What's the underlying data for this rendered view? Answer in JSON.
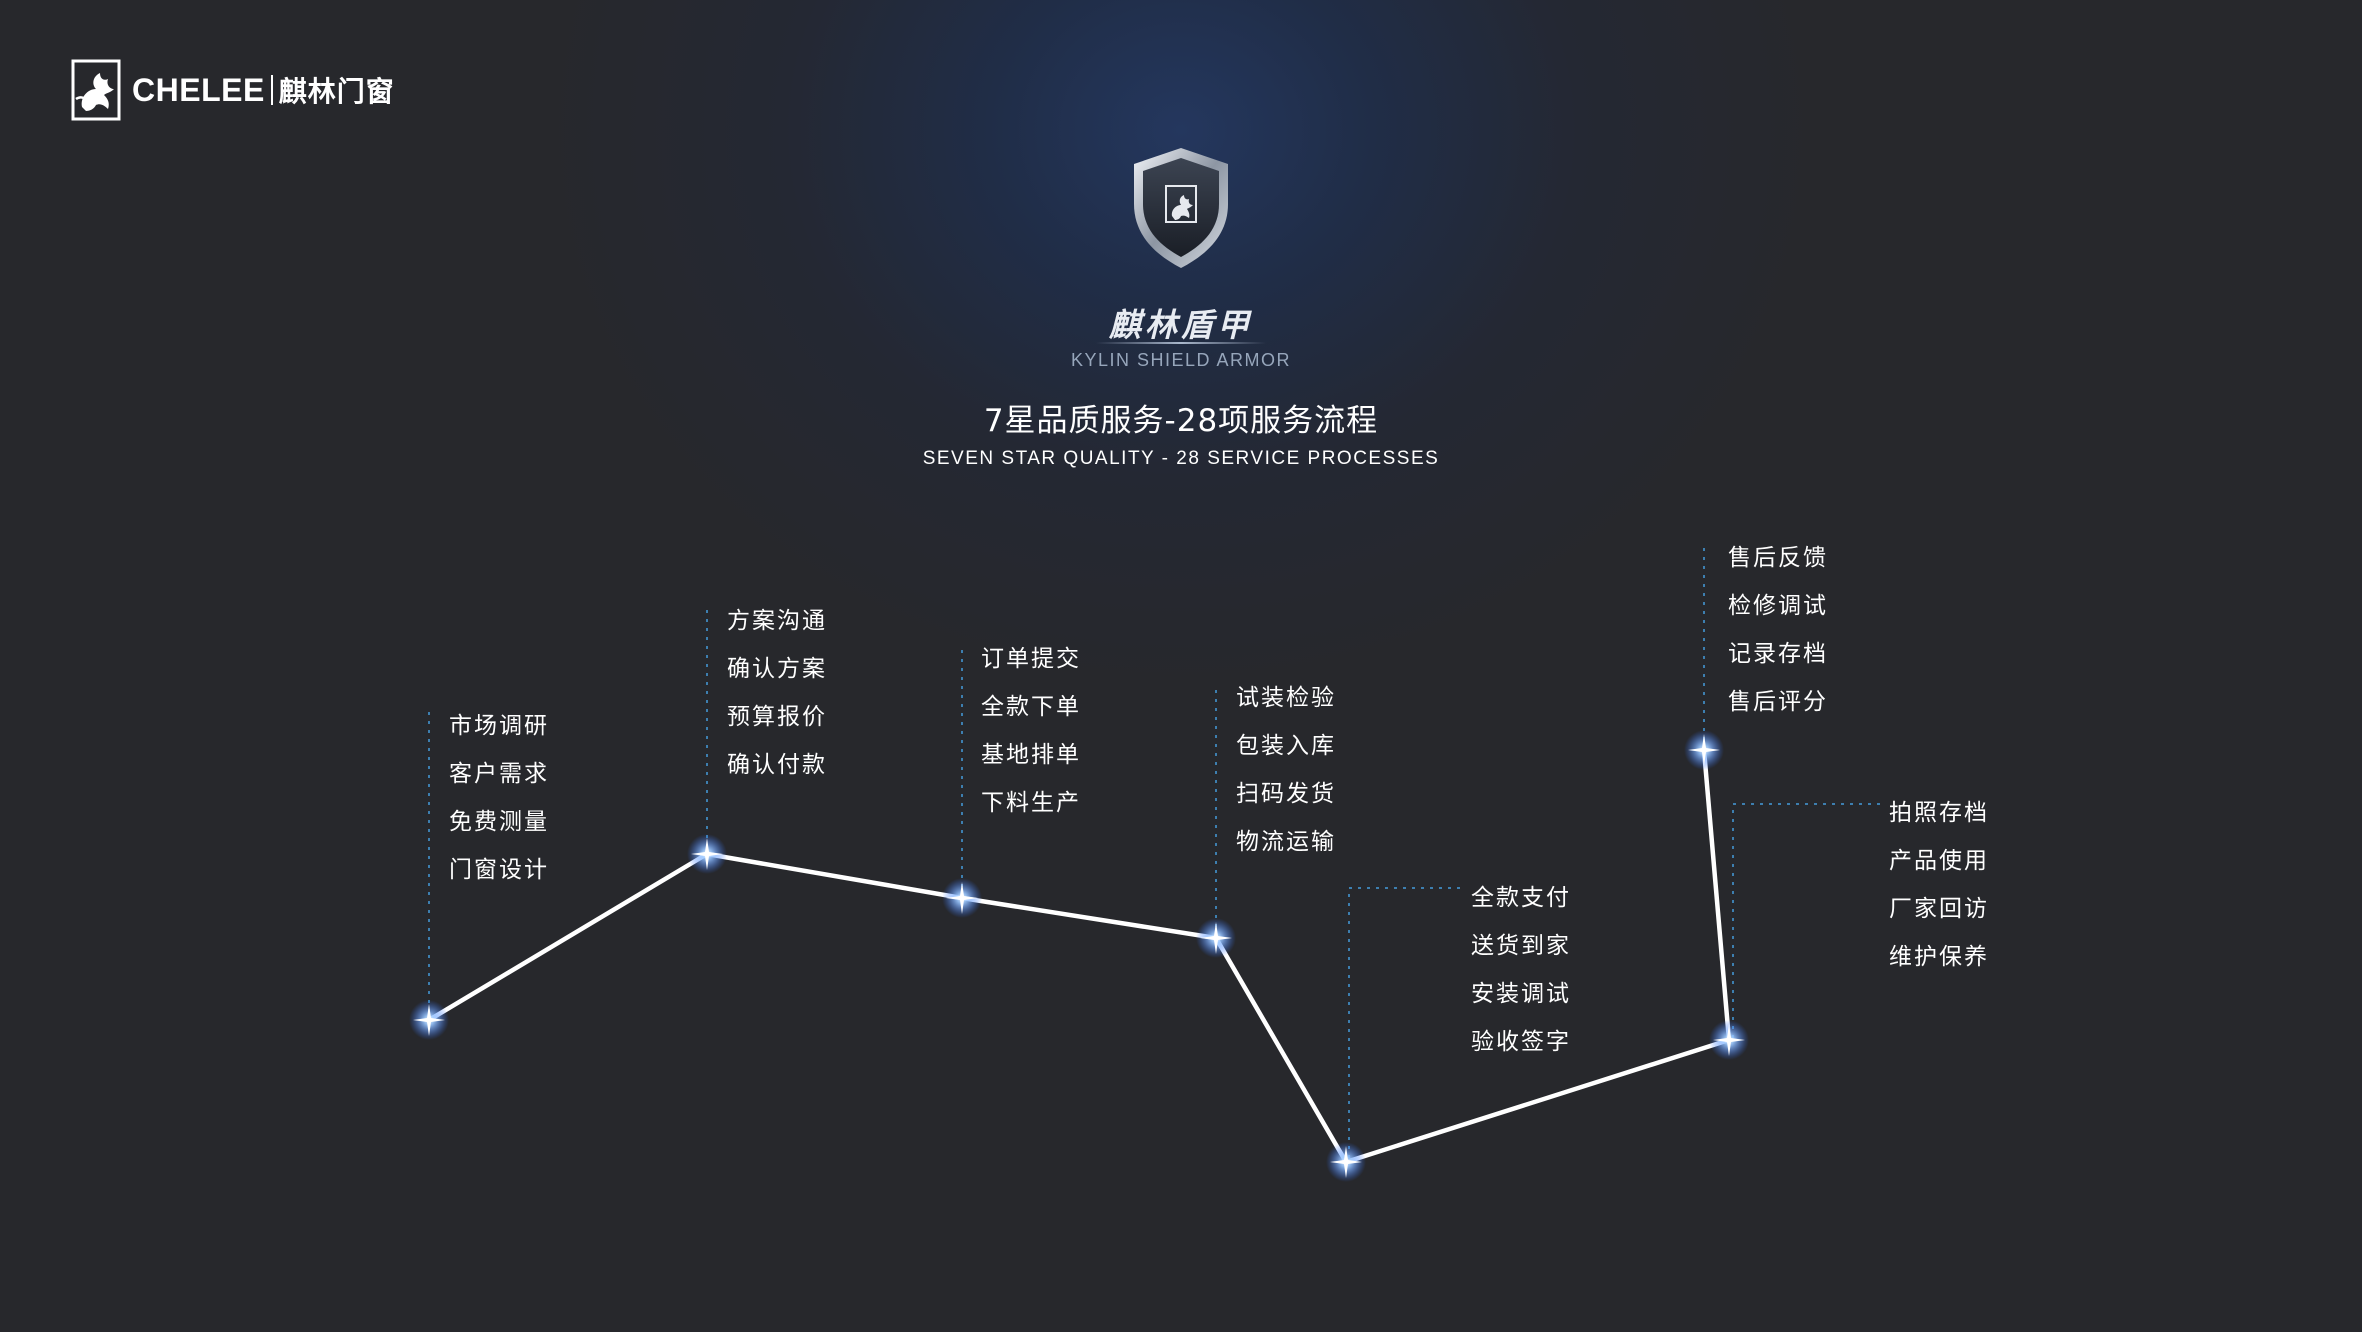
{
  "logo": {
    "brand": "CHELEE",
    "brand_cn": "麒林门窗"
  },
  "header": {
    "brand_cn": "麒林盾甲",
    "brand_en": "KYLIN SHIELD ARMOR",
    "title_cn": "7星品质服务-28项服务流程",
    "title_en": "SEVEN STAR QUALITY - 28 SERVICE PROCESSES"
  },
  "steps": [
    {
      "items": [
        "市场调研",
        "客户需求",
        "免费测量",
        "门窗设计"
      ]
    },
    {
      "items": [
        "方案沟通",
        "确认方案",
        "预算报价",
        "确认付款"
      ]
    },
    {
      "items": [
        "订单提交",
        "全款下单",
        "基地排单",
        "下料生产"
      ]
    },
    {
      "items": [
        "试装检验",
        "包装入库",
        "扫码发货",
        "物流运输"
      ]
    },
    {
      "items": [
        "全款支付",
        "送货到家",
        "安装调试",
        "验收签字"
      ]
    },
    {
      "items": [
        "拍照存档",
        "产品使用",
        "厂家回访",
        "维护保养"
      ]
    },
    {
      "items": [
        "售后反馈",
        "检修调试",
        "记录存档",
        "售后评分"
      ]
    }
  ],
  "colors": {
    "accent_glow": "#6aa9ff",
    "line": "#ffffff",
    "connector": "#3d7fb0"
  }
}
